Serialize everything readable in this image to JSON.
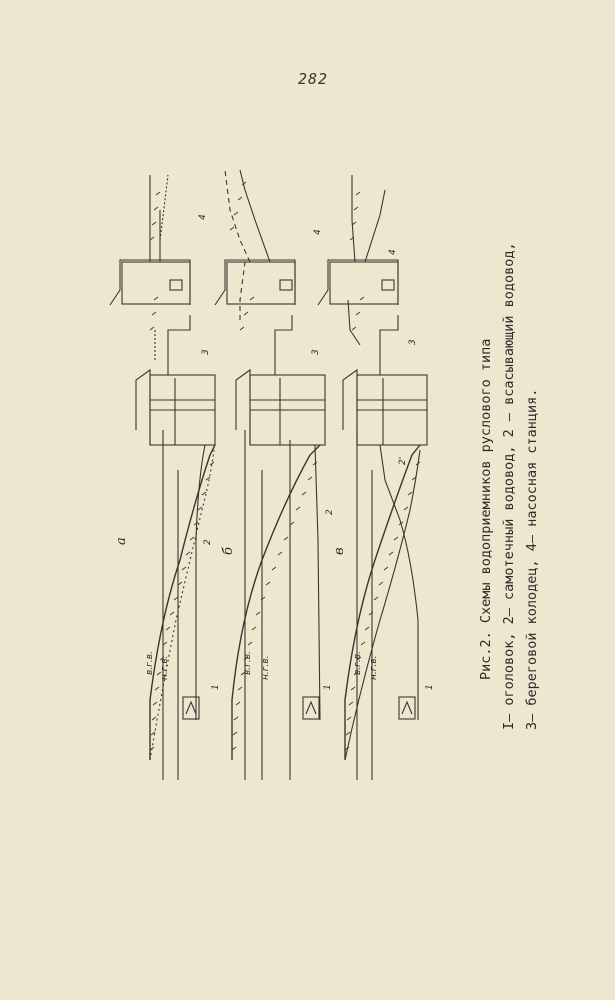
{
  "page_number": "282",
  "caption": {
    "title": "Рис.2. Схемы водоприемников руслового типа",
    "line1": "I– оголовок, 2– самотечный водовод, 2 – всасывающий водовод,",
    "line2": "3– береговой колодец,  4– насосная станция."
  },
  "panels": [
    {
      "label": "а",
      "level_high": "в.г.в.",
      "level_low": "н.г.в.",
      "pipe_label": "2",
      "head_label": "1",
      "well_label": "3",
      "station_label": "4"
    },
    {
      "label": "б",
      "level_high": "в.г.в.",
      "level_low": "н.г.в.",
      "pipe_label": "2",
      "head_label": "1",
      "well_label": "3",
      "station_label": "4"
    },
    {
      "label": "в",
      "level_high": "в.г.в.",
      "level_low": "н.г.в.",
      "pipe_label": "2'",
      "head_label": "1",
      "well_label": "3",
      "station_label": "4"
    }
  ]
}
